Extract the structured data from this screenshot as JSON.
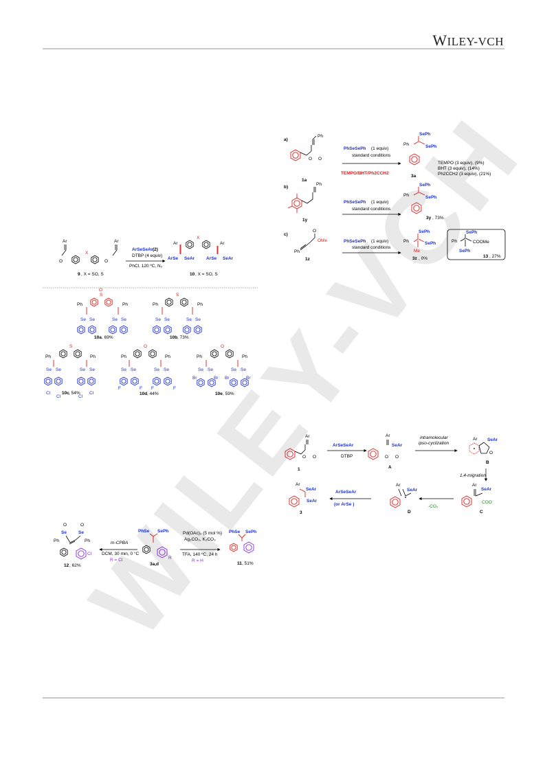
{
  "header": {
    "brand_w": "W",
    "brand_rest": "ILEY-VCH"
  },
  "watermark": "WILEY-VCH",
  "scheme_top_right": {
    "a": {
      "label": "a)",
      "start": "1a",
      "reagent": "PhSeSePh",
      "reagent_eq": "(1 equiv)",
      "conditions": "standard conditions",
      "additive": "TEMPO/BHT/Ph2CCH2",
      "product": "3a",
      "results": [
        "TEMPO (3 equiv), (9%)",
        "BHT (3 equiv), (14%)",
        "Ph2CCH2 (3 equiv), (21%)"
      ],
      "prod_se1": "SePh",
      "prod_se2": "SePh",
      "ph": "Ph"
    },
    "b": {
      "label": "b)",
      "start": "1y",
      "reagent": "PhSeSePh",
      "reagent_eq": "(1 equiv)",
      "conditions": "standard conditions",
      "product": "3y",
      "yield": ", 73%",
      "prod_se1": "SePh",
      "prod_se2": "SePh",
      "ph": "Ph"
    },
    "c": {
      "label": "c)",
      "start": "1z",
      "ome": "OMe",
      "ph": "Ph",
      "reagent": "PhSeSePh",
      "reagent_eq": "(1 equiv)",
      "conditions": "standard conditions",
      "product": "3z",
      "yield": ", 0%",
      "me": "Me",
      "side_product": "13",
      "side_yield": ", 27%",
      "coome": "COOMe",
      "prod_se1": "SePh",
      "prod_se2": "SePh"
    }
  },
  "scheme_bis": {
    "ar": "Ar",
    "x": "X",
    "start": "9",
    "start_cond": ", X = SO, S",
    "reagent": "ArSeSeAr",
    "reagent_num": " (2)",
    "cond1": "DTBP (4 equiv)",
    "cond2": "PhCl, 120 ºC, N₂",
    "product": "10",
    "product_cond": ", X = SO, S",
    "arse": "ArSe",
    "sear": "SeAr",
    "compounds": [
      {
        "id": "10a",
        "yield": ", 69%"
      },
      {
        "id": "10b",
        "yield": ", 73%"
      },
      {
        "id": "10c",
        "yield": ", 54%"
      },
      {
        "id": "10d",
        "yield": ", 44%"
      },
      {
        "id": "10e",
        "yield": ", 59%"
      }
    ],
    "ph": "Ph",
    "se": "Se",
    "s": "S",
    "o": "O",
    "cl": "Cl",
    "f": "F",
    "br": "Br"
  },
  "mechanism": {
    "start": "1",
    "ar": "Ar",
    "reagent": "ArSeSeAr",
    "dtbp": "DTBP",
    "A": "A",
    "B": "B",
    "C": "C",
    "D": "D",
    "product": "3",
    "step_intra1": "intramolecular",
    "step_intra2": "ipso-cyclization",
    "step_migration": "1,4-migration",
    "co2": "-CO₂",
    "reagent2": "ArSeSeAr",
    "reagent2_alt": "(or ArSe )",
    "sear": "SeAr",
    "coo": "COO"
  },
  "derivatization": {
    "left_reagent": "m-CPBA",
    "left_cond": "DCM, 30 min, 0 °C",
    "left_r": "R = Cl",
    "left_product": "12",
    "left_yield": ", 62%",
    "center": "3a,d",
    "phse": "PhSe",
    "seph": "SePh",
    "r": "R",
    "right_cond1": "Pd(OAc)₂ (5 mol %)",
    "right_cond2": "Ag₂CO₃, K₂CO₃",
    "right_cond3": "TFA, 140 ºC, 24 h",
    "right_r": "R = H",
    "right_product": "11",
    "right_yield": ", 51%",
    "ph": "Ph",
    "se": "Se",
    "o": "O",
    "cl": "Cl"
  }
}
